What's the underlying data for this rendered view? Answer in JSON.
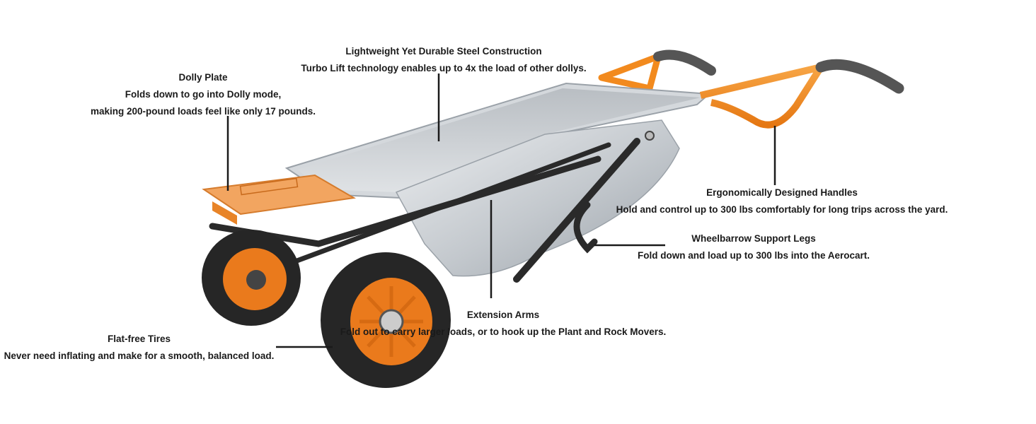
{
  "callouts": {
    "steel": {
      "title": "Lightweight Yet Durable Steel Construction",
      "desc": "Turbo Lift technology enables up to 4x the load of other dollys."
    },
    "dolly": {
      "title": "Dolly Plate",
      "desc1": "Folds down to go into Dolly mode,",
      "desc2": "making 200-pound loads feel like only 17 pounds."
    },
    "handles": {
      "title": "Ergonomically Designed Handles",
      "desc": "Hold and control up to 300 lbs comfortably for long trips across the yard."
    },
    "legs": {
      "title": "Wheelbarrow Support Legs",
      "desc": "Fold down and load up to 300 lbs into the Aerocart."
    },
    "arms": {
      "title": "Extension Arms",
      "desc": "Fold out to carry larger loads, or to hook up the Plant and Rock Movers."
    },
    "tires": {
      "title": "Flat-free Tires",
      "desc": "Never need inflating and make for a smooth, balanced load."
    }
  },
  "colors": {
    "frame_orange": "#f28a1e",
    "tire_black": "#262626",
    "hub_orange": "#ea7a1c",
    "tray_steel": "#c9cdd1",
    "leader_line": "#1a1a1a"
  }
}
